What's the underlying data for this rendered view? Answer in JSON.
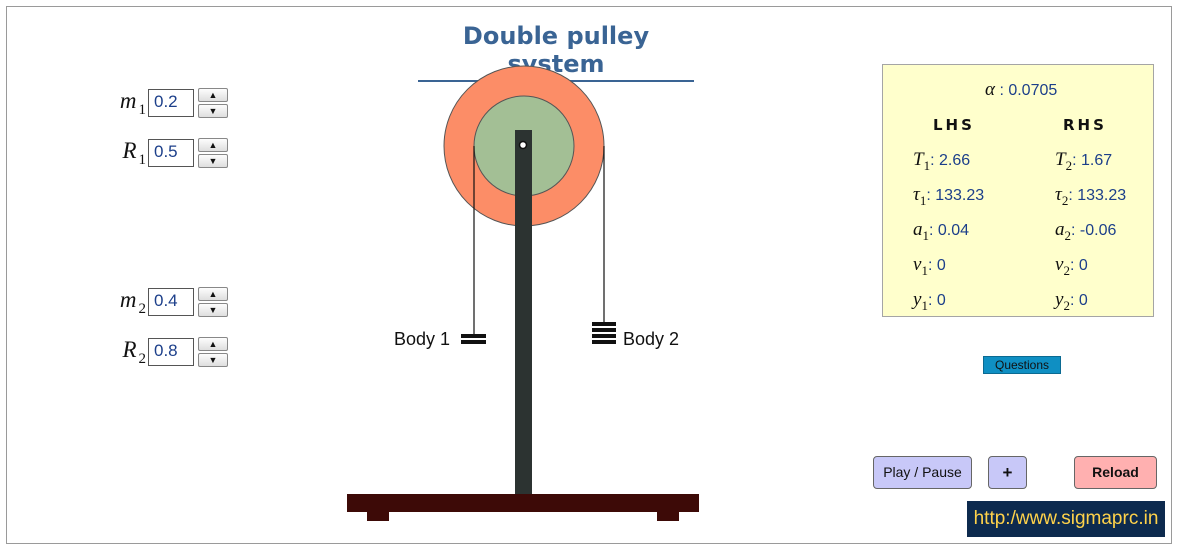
{
  "title": "Double pulley system",
  "params": {
    "m1": {
      "sym": "m",
      "sub": "1",
      "value": "0.2"
    },
    "R1": {
      "sym": "R",
      "sub": "1",
      "value": "0.5"
    },
    "m2": {
      "sym": "m",
      "sub": "2",
      "value": "0.4"
    },
    "R2": {
      "sym": "R",
      "sub": "2",
      "value": "0.8"
    }
  },
  "spinner": {
    "up": "▲",
    "down": "▼"
  },
  "results": {
    "alpha": {
      "sym": "α",
      "value": ": 0.0705"
    },
    "lhs_header": "LHS",
    "rhs_header": "RHS",
    "lhs": [
      {
        "sym": "T",
        "sub": "1",
        "value": ": 2.66"
      },
      {
        "sym": "τ",
        "sub": "1",
        "value": ": 133.23"
      },
      {
        "sym": "a",
        "sub": "1",
        "value": ": 0.04"
      },
      {
        "sym": "v",
        "sub": "1",
        "value": ": 0"
      },
      {
        "sym": "y",
        "sub": "1",
        "value": ": 0"
      }
    ],
    "rhs": [
      {
        "sym": "T",
        "sub": "2",
        "value": ": 1.67"
      },
      {
        "sym": "τ",
        "sub": "2",
        "value": ": 133.23"
      },
      {
        "sym": "a",
        "sub": "2",
        "value": ": -0.06"
      },
      {
        "sym": "v",
        "sub": "2",
        "value": ": 0"
      },
      {
        "sym": "y",
        "sub": "2",
        "value": ": 0"
      }
    ]
  },
  "scene": {
    "body1_label": "Body 1",
    "body2_label": "Body 2",
    "colors": {
      "outer_pulley": "#fc8d67",
      "inner_pulley": "#a3bf95",
      "stand": "#2c3331",
      "base": "#3d0a07",
      "weights": "#111111"
    }
  },
  "buttons": {
    "questions": "Questions",
    "play_pause": "Play / Pause",
    "plus": "+",
    "reload": "Reload"
  },
  "footer_link": "http:/www.sigmaprc.in"
}
